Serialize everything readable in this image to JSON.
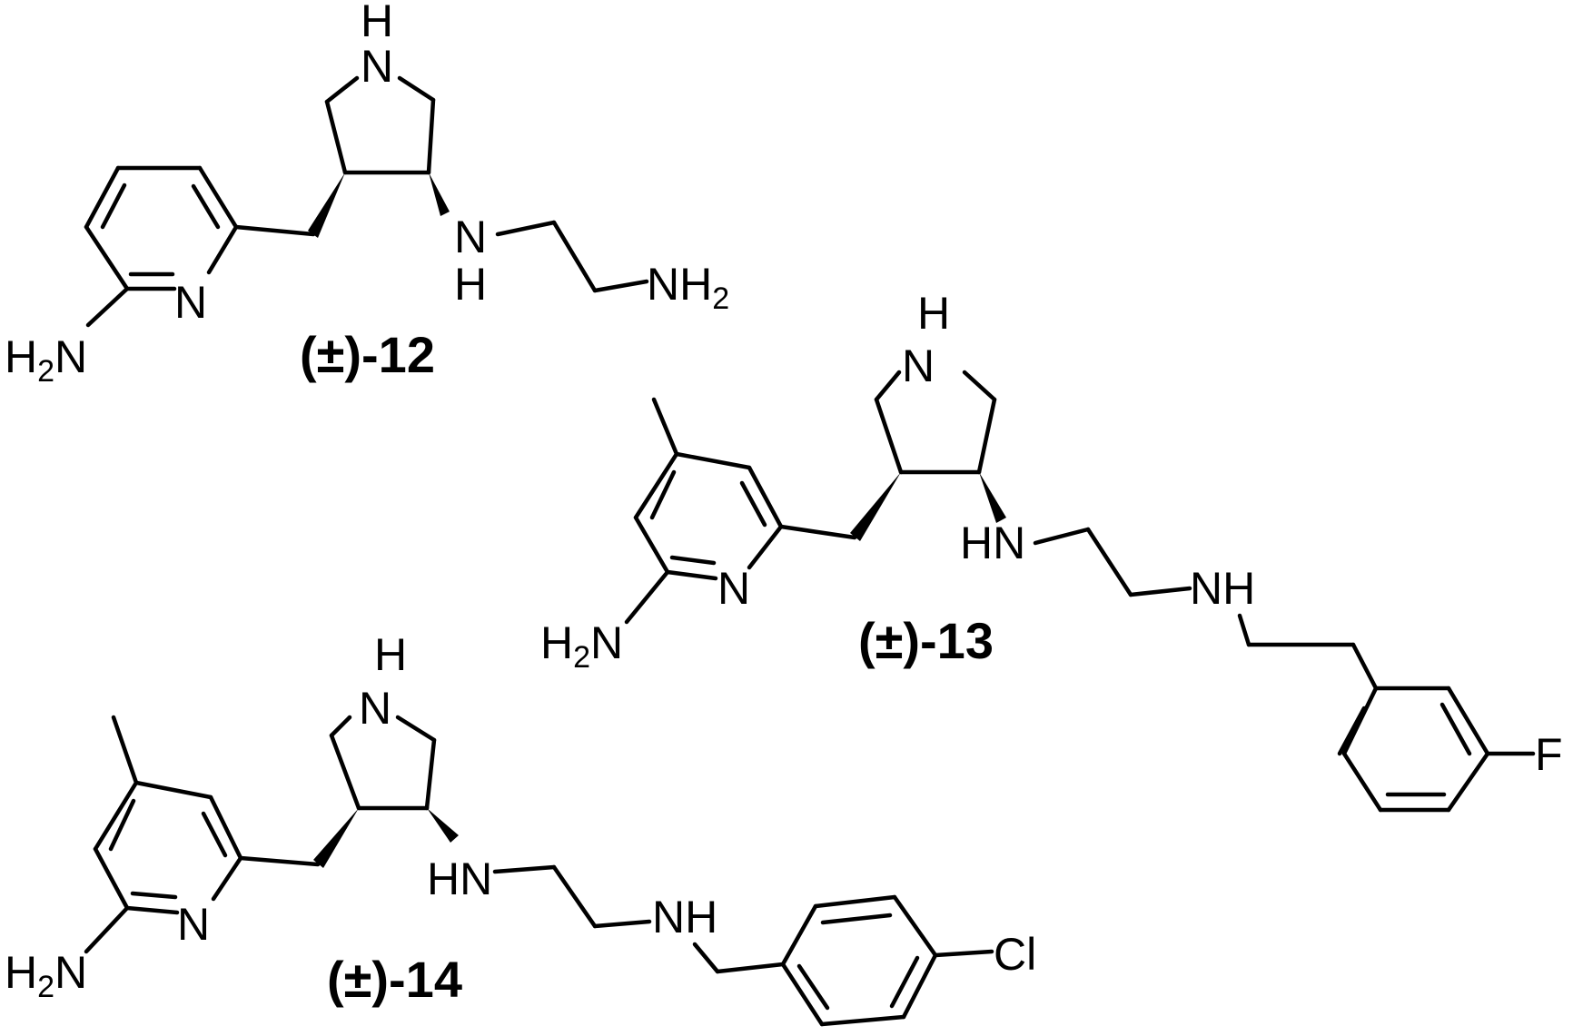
{
  "compounds": [
    {
      "label": "(±)-12",
      "atoms": {
        "ring_nh_h": "H",
        "ring_nh_n": "N",
        "amine_n": "N",
        "amine_h": "H",
        "nh2_n": "NH",
        "nh2_sub": "2",
        "pyr_n": "N",
        "h2n_h": "H",
        "h2n_sub": "2",
        "h2n_n": "N"
      }
    },
    {
      "label": "(±)-13",
      "atoms": {
        "ring_nh_h": "H",
        "ring_nh_n": "N",
        "hn": "HN",
        "nh": "NH",
        "pyr_n": "N",
        "h2n_h": "H",
        "h2n_sub": "2",
        "h2n_n": "N",
        "f": "F"
      }
    },
    {
      "label": "(±)-14",
      "atoms": {
        "ring_nh_h": "H",
        "ring_nh_n": "N",
        "hn": "HN",
        "nh": "NH",
        "pyr_n": "N",
        "h2n_h": "H",
        "h2n_sub": "2",
        "h2n_n": "N",
        "cl": "Cl"
      }
    }
  ]
}
